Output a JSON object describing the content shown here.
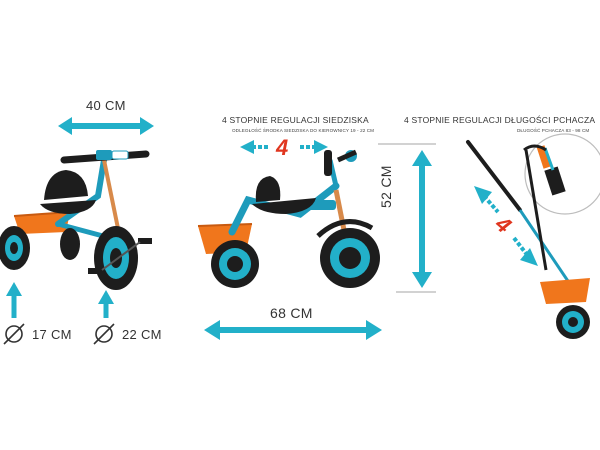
{
  "colors": {
    "accent": "#22b0c9",
    "frame": "#1e9bbb",
    "orange": "#f0761c",
    "black": "#1d1d1d",
    "copper": "#d88a4a",
    "red": "#e0361f"
  },
  "labels": {
    "width_handlebar": "40 CM",
    "diameter_front": "17 CM",
    "diameter_rear": "22 CM",
    "length": "68 CM",
    "height": "52 CM",
    "seat_step": "4",
    "push_step": "4"
  },
  "seat_panel": {
    "title": "4 STOPNIE REGULACJI SIEDZISKA",
    "subtitle": "ODLEGŁOŚĆ ŚRODKA SIEDZISKA DO KIEROWNICY 19 - 22 CM"
  },
  "push_panel": {
    "title": "4 STOPNIE REGULACJI DŁUGOŚCI PCHACZA",
    "subtitle": "DŁUGOŚĆ PCHACZA 83 - 98 CM"
  }
}
